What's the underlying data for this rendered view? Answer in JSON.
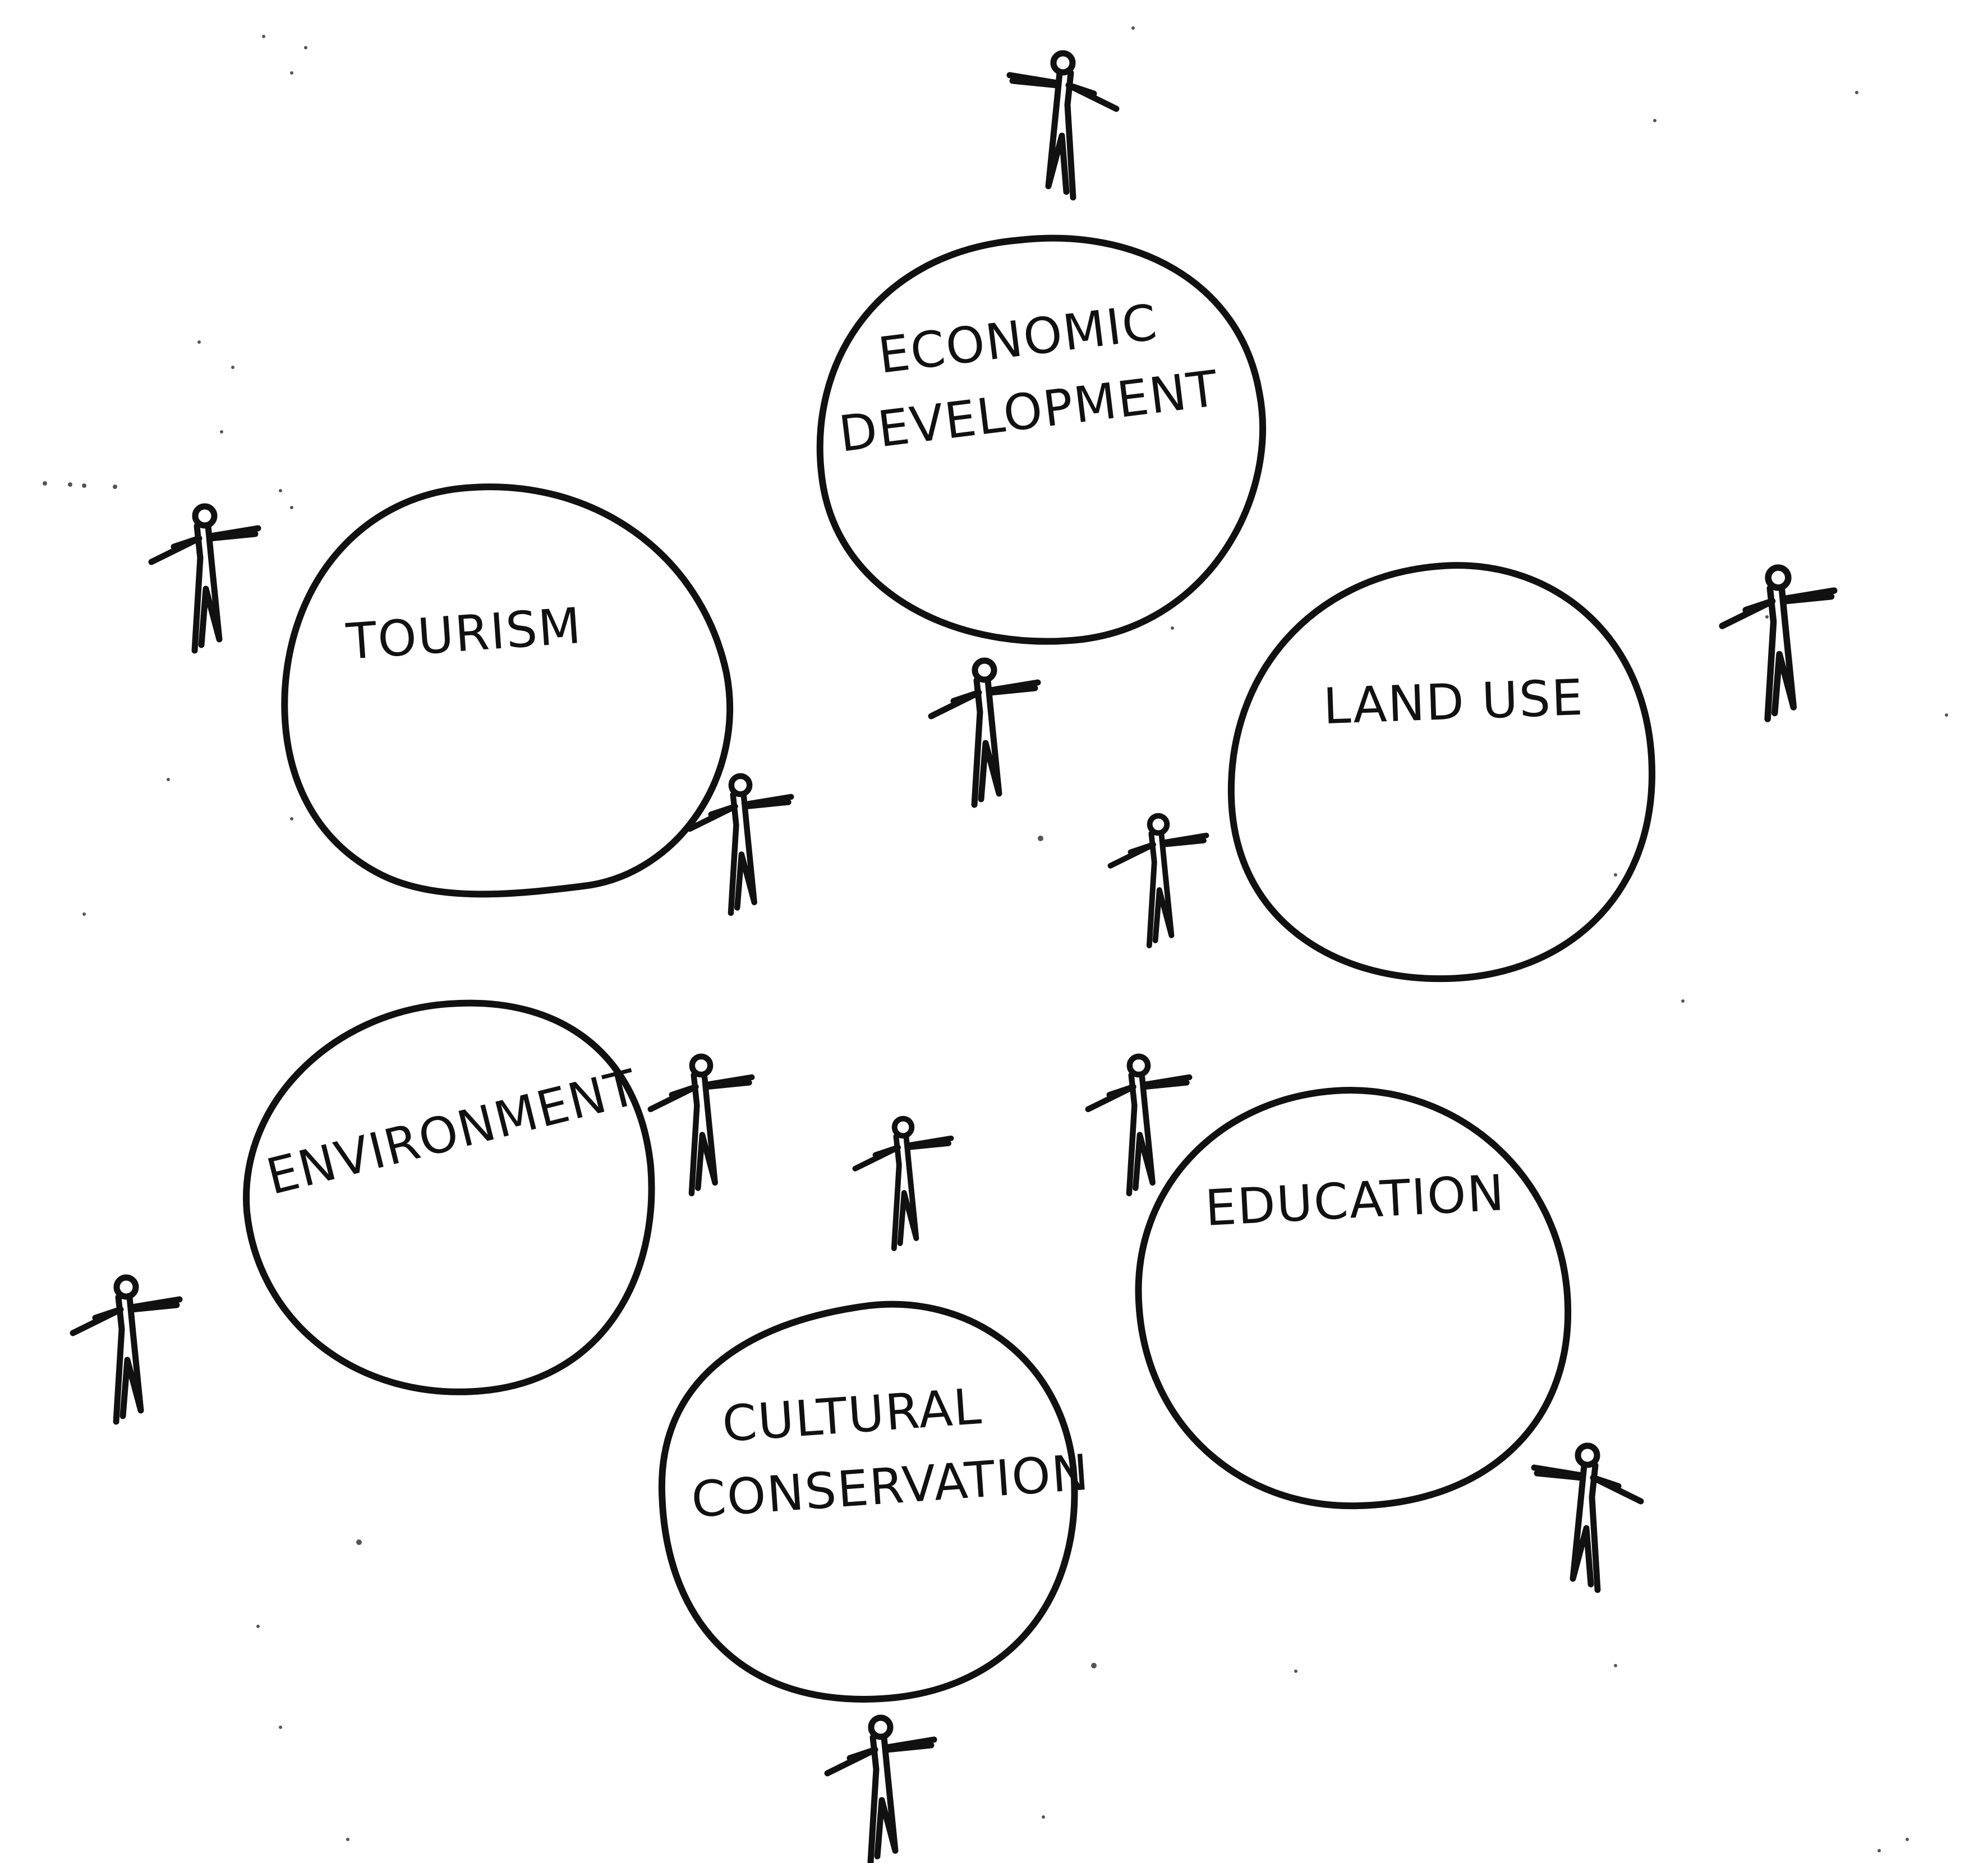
{
  "topics": [
    {
      "id": "economic",
      "lines": [
        "ECONOMIC",
        "DEVELOPMENT"
      ]
    },
    {
      "id": "tourism",
      "lines": [
        "TOURISM"
      ]
    },
    {
      "id": "landuse",
      "lines": [
        "LAND USE"
      ]
    },
    {
      "id": "environment",
      "lines": [
        "ENVIRONMENT"
      ]
    },
    {
      "id": "education",
      "lines": [
        "EDUCATION"
      ]
    },
    {
      "id": "cultural",
      "lines": [
        "CULTURAL",
        "CONSERVATION"
      ]
    }
  ]
}
